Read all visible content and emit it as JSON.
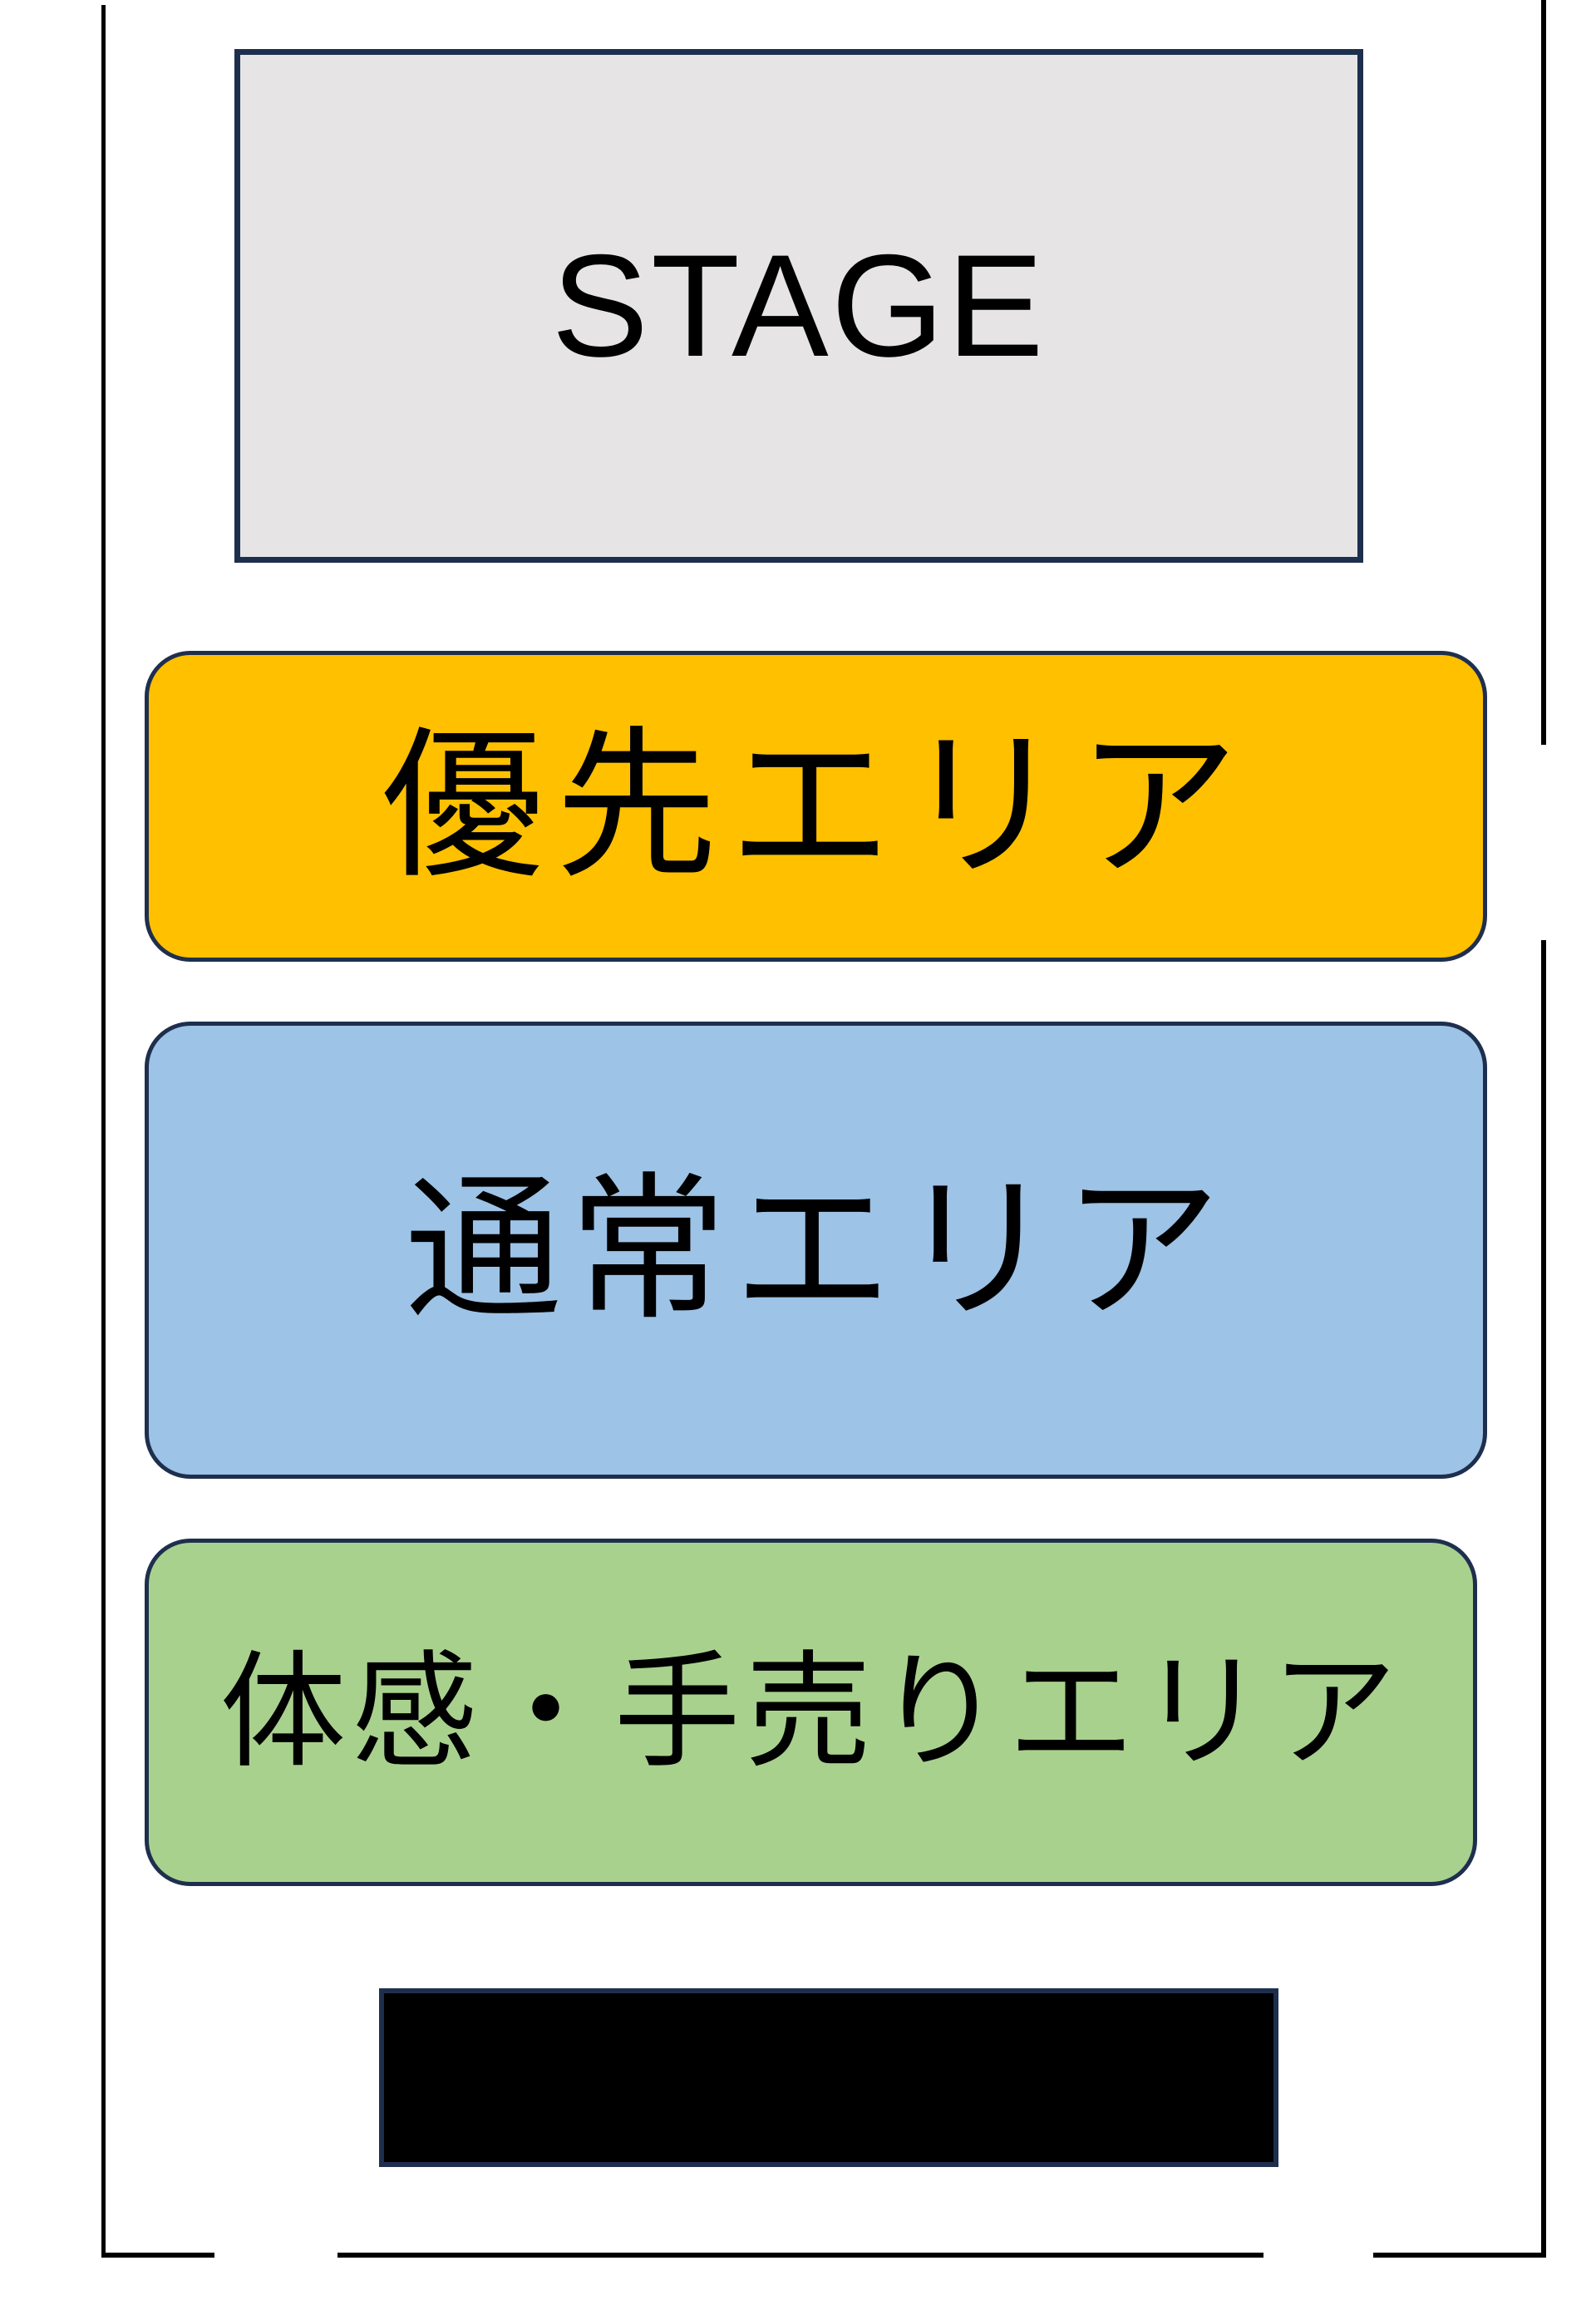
{
  "frame": {
    "line_color": "#000000"
  },
  "stage": {
    "label": "STAGE",
    "fill": "#E6E4E4",
    "border": "#1E2F4E",
    "text_color": "#000000"
  },
  "areas": [
    {
      "id": "priority",
      "label": "優先エリア",
      "fill": "#FFC000",
      "border": "#1E2F4E",
      "text_color": "#000000"
    },
    {
      "id": "normal",
      "label": "通常エリア",
      "fill": "#9DC3E6",
      "border": "#1E2F4E",
      "text_color": "#000000"
    },
    {
      "id": "sales",
      "label": "体感・手売りエリア",
      "fill": "#A9D18E",
      "border": "#1E2F4E",
      "text_color": "#000000"
    }
  ],
  "redacted_block": {
    "fill": "#000000",
    "border": "#1E2F4E"
  }
}
